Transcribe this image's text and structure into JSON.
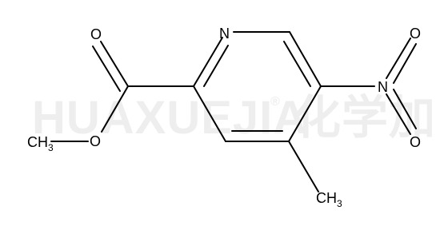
{
  "watermark": {
    "text": "HUAXUEJIA",
    "registered": "®",
    "chinese": "化学加"
  },
  "atoms": {
    "n_ring": "N",
    "o_carbonyl": "O",
    "o_ester": "O",
    "ch3_ester": {
      "main": "CH",
      "sub": "3"
    },
    "n_nitro": "N",
    "o_nitro_top": "O",
    "o_nitro_bottom": "O",
    "ch3_ring": {
      "main": "CH",
      "sub": "3"
    }
  }
}
